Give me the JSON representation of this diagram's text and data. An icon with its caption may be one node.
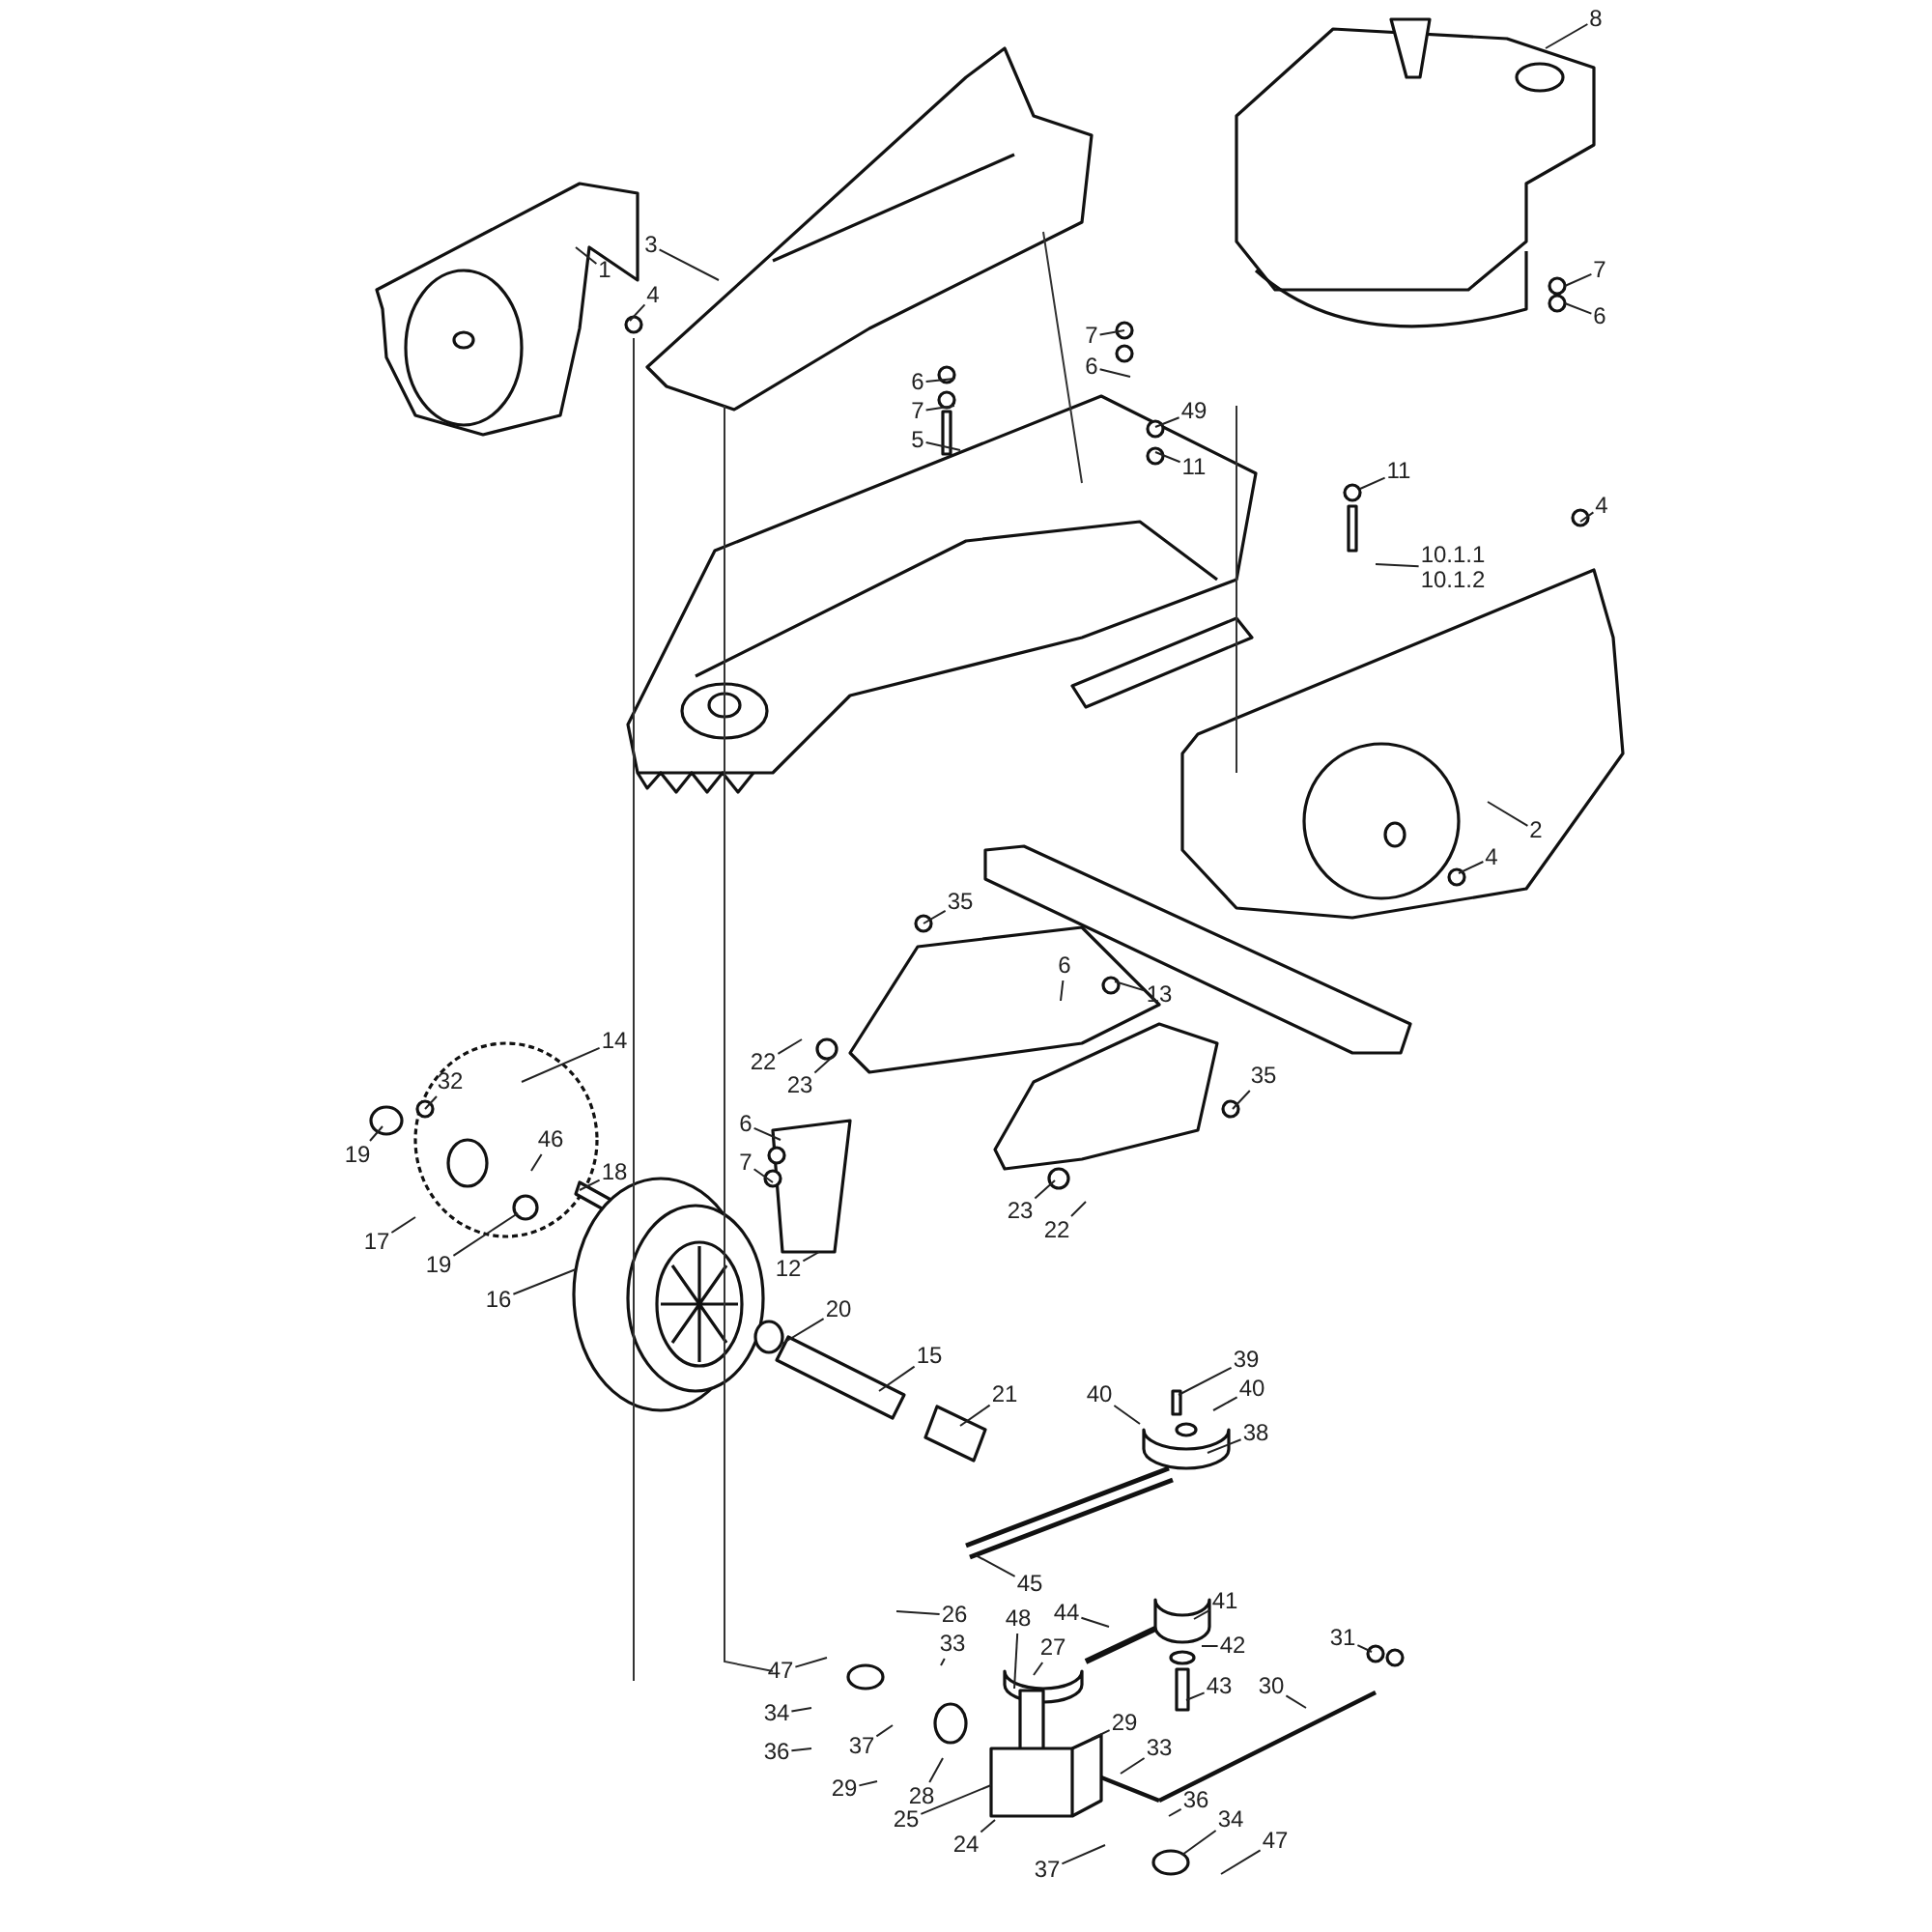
{
  "diagram": {
    "nodes": [
      {
        "text": [
          "1"
        ]
      },
      {
        "text": [
          "3"
        ]
      },
      {
        "text": [
          "4"
        ]
      },
      {
        "text": [
          "6"
        ]
      },
      {
        "text": [
          "7"
        ]
      },
      {
        "text": [
          "5"
        ]
      },
      {
        "text": [
          "7"
        ]
      },
      {
        "text": [
          "6"
        ]
      },
      {
        "text": [
          "49"
        ]
      },
      {
        "text": [
          "11"
        ]
      },
      {
        "text": [
          "8"
        ]
      },
      {
        "text": [
          "7"
        ]
      },
      {
        "text": [
          "6"
        ]
      },
      {
        "text": [
          "11"
        ]
      },
      {
        "text": [
          "10.1.1",
          "10.1.2"
        ]
      },
      {
        "text": [
          "4"
        ]
      },
      {
        "text": [
          "2"
        ]
      },
      {
        "text": [
          "4"
        ]
      },
      {
        "text": [
          "35"
        ]
      },
      {
        "text": [
          "6"
        ]
      },
      {
        "text": [
          "13"
        ]
      },
      {
        "text": [
          "22"
        ]
      },
      {
        "text": [
          "23"
        ]
      },
      {
        "text": [
          "14"
        ]
      },
      {
        "text": [
          "32"
        ]
      },
      {
        "text": [
          "19"
        ]
      },
      {
        "text": [
          "46"
        ]
      },
      {
        "text": [
          "18"
        ]
      },
      {
        "text": [
          "6"
        ]
      },
      {
        "text": [
          "7"
        ]
      },
      {
        "text": [
          "17"
        ]
      },
      {
        "text": [
          "19"
        ]
      },
      {
        "text": [
          "16"
        ]
      },
      {
        "text": [
          "12"
        ]
      },
      {
        "text": [
          "20"
        ]
      },
      {
        "text": [
          "35"
        ]
      },
      {
        "text": [
          "23"
        ]
      },
      {
        "text": [
          "22"
        ]
      },
      {
        "text": [
          "15"
        ]
      },
      {
        "text": [
          "21"
        ]
      },
      {
        "text": [
          "39"
        ]
      },
      {
        "text": [
          "40"
        ]
      },
      {
        "text": [
          "40"
        ]
      },
      {
        "text": [
          "38"
        ]
      },
      {
        "text": [
          "45"
        ]
      },
      {
        "text": [
          "41"
        ]
      },
      {
        "text": [
          "26"
        ]
      },
      {
        "text": [
          "48"
        ]
      },
      {
        "text": [
          "33"
        ]
      },
      {
        "text": [
          "44"
        ]
      },
      {
        "text": [
          "27"
        ]
      },
      {
        "text": [
          "42"
        ]
      },
      {
        "text": [
          "31"
        ]
      },
      {
        "text": [
          "30"
        ]
      },
      {
        "text": [
          "43"
        ]
      },
      {
        "text": [
          "47"
        ]
      },
      {
        "text": [
          "34"
        ]
      },
      {
        "text": [
          "29"
        ]
      },
      {
        "text": [
          "33"
        ]
      },
      {
        "text": [
          "36"
        ]
      },
      {
        "text": [
          "37"
        ]
      },
      {
        "text": [
          "29"
        ]
      },
      {
        "text": [
          "28"
        ]
      },
      {
        "text": [
          "25"
        ]
      },
      {
        "text": [
          "24"
        ]
      },
      {
        "text": [
          "36"
        ]
      },
      {
        "text": [
          "34"
        ]
      },
      {
        "text": [
          "37"
        ]
      },
      {
        "text": [
          "47"
        ]
      }
    ],
    "edges": [
      {
        "from": 0,
        "to": null,
        "arrow": "none"
      },
      {
        "from": 1,
        "to": null,
        "arrow": "none"
      },
      {
        "from": 2,
        "to": null,
        "arrow": "none"
      },
      {
        "from": 3,
        "to": null,
        "arrow": "none"
      },
      {
        "from": 4,
        "to": null,
        "arrow": "none"
      },
      {
        "from": 5,
        "to": null,
        "arrow": "none"
      },
      {
        "from": 6,
        "to": null,
        "arrow": "none"
      },
      {
        "from": 7,
        "to": null,
        "arrow": "none"
      },
      {
        "from": 8,
        "to": null,
        "arrow": "none"
      },
      {
        "from": 9,
        "to": null,
        "arrow": "none"
      },
      {
        "from": 10,
        "to": null,
        "arrow": "none"
      },
      {
        "from": 11,
        "to": null,
        "arrow": "none"
      },
      {
        "from": 12,
        "to": null,
        "arrow": "none"
      },
      {
        "from": 13,
        "to": null,
        "arrow": "none"
      },
      {
        "from": 14,
        "to": null,
        "arrow": "none"
      },
      {
        "from": 15,
        "to": null,
        "arrow": "none"
      },
      {
        "from": 16,
        "to": null,
        "arrow": "none"
      },
      {
        "from": 17,
        "to": null,
        "arrow": "none"
      },
      {
        "from": 18,
        "to": null,
        "arrow": "none"
      },
      {
        "from": 19,
        "to": null,
        "arrow": "none"
      },
      {
        "from": 20,
        "to": null,
        "arrow": "none"
      },
      {
        "from": 21,
        "to": null,
        "arrow": "none"
      },
      {
        "from": 22,
        "to": null,
        "arrow": "none"
      },
      {
        "from": 23,
        "to": null,
        "arrow": "none"
      },
      {
        "from": 24,
        "to": null,
        "arrow": "none"
      },
      {
        "from": 25,
        "to": null,
        "arrow": "none"
      },
      {
        "from": 26,
        "to": null,
        "arrow": "none"
      },
      {
        "from": 27,
        "to": null,
        "arrow": "none"
      },
      {
        "from": 28,
        "to": null,
        "arrow": "none"
      },
      {
        "from": 29,
        "to": null,
        "arrow": "none"
      },
      {
        "from": 30,
        "to": null,
        "arrow": "none"
      },
      {
        "from": 31,
        "to": null,
        "arrow": "none"
      },
      {
        "from": 32,
        "to": null,
        "arrow": "none"
      },
      {
        "from": 33,
        "to": null,
        "arrow": "none"
      },
      {
        "from": 34,
        "to": null,
        "arrow": "none"
      },
      {
        "from": 35,
        "to": null,
        "arrow": "none"
      },
      {
        "from": 36,
        "to": null,
        "arrow": "none"
      },
      {
        "from": 37,
        "to": null,
        "arrow": "none"
      },
      {
        "from": 38,
        "to": null,
        "arrow": "none"
      },
      {
        "from": 39,
        "to": null,
        "arrow": "none"
      },
      {
        "from": 40,
        "to": null,
        "arrow": "none"
      },
      {
        "from": 41,
        "to": null,
        "arrow": "none"
      },
      {
        "from": 42,
        "to": null,
        "arrow": "none"
      },
      {
        "from": 43,
        "to": null,
        "arrow": "none"
      },
      {
        "from": 44,
        "to": null,
        "arrow": "none"
      },
      {
        "from": 45,
        "to": null,
        "arrow": "none"
      },
      {
        "from": 46,
        "to": null,
        "arrow": "none"
      },
      {
        "from": 47,
        "to": null,
        "arrow": "none"
      },
      {
        "from": 48,
        "to": null,
        "arrow": "none"
      },
      {
        "from": 49,
        "to": null,
        "arrow": "none"
      },
      {
        "from": 50,
        "to": null,
        "arrow": "none"
      },
      {
        "from": 51,
        "to": null,
        "arrow": "none"
      },
      {
        "from": 52,
        "to": null,
        "arrow": "none"
      },
      {
        "from": 53,
        "to": null,
        "arrow": "none"
      },
      {
        "from": 54,
        "to": null,
        "arrow": "none"
      },
      {
        "from": 55,
        "to": null,
        "arrow": "none"
      },
      {
        "from": 56,
        "to": null,
        "arrow": "none"
      },
      {
        "from": 57,
        "to": null,
        "arrow": "none"
      },
      {
        "from": 58,
        "to": null,
        "arrow": "none"
      },
      {
        "from": 59,
        "to": null,
        "arrow": "none"
      },
      {
        "from": 60,
        "to": null,
        "arrow": "none"
      },
      {
        "from": 61,
        "to": null,
        "arrow": "none"
      },
      {
        "from": 62,
        "to": null,
        "arrow": "none"
      },
      {
        "from": 63,
        "to": null,
        "arrow": "none"
      },
      {
        "from": 64,
        "to": null,
        "arrow": "none"
      },
      {
        "from": 65,
        "to": null,
        "arrow": "none"
      },
      {
        "from": 66,
        "to": null,
        "arrow": "none"
      },
      {
        "from": 67,
        "to": null,
        "arrow": "none"
      },
      {
        "from": 68,
        "to": null,
        "arrow": "none"
      }
    ]
  }
}
